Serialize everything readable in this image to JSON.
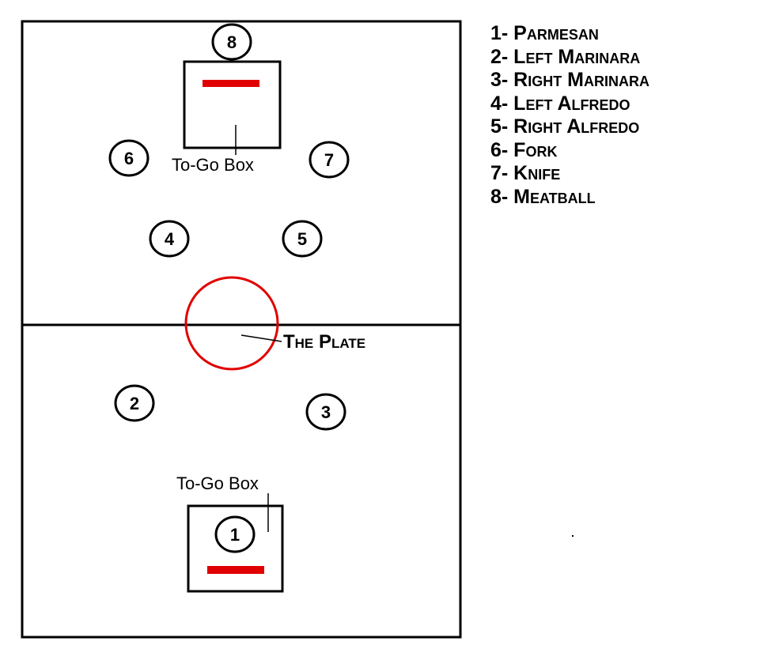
{
  "colors": {
    "line": "#000000",
    "accent": "#e00000",
    "background": "#ffffff"
  },
  "labels": {
    "top_box": "To-Go Box",
    "bottom_box": "To-Go Box",
    "plate": "The Plate"
  },
  "markers": [
    {
      "id": "1",
      "item": "Parmesan"
    },
    {
      "id": "2",
      "item": "Left Marinara"
    },
    {
      "id": "3",
      "item": "Right Marinara"
    },
    {
      "id": "4",
      "item": "Left Alfredo"
    },
    {
      "id": "5",
      "item": "Right Alfredo"
    },
    {
      "id": "6",
      "item": "Fork"
    },
    {
      "id": "7",
      "item": "Knife"
    },
    {
      "id": "8",
      "item": "Meatball"
    }
  ],
  "legend": [
    "1- Parmesan",
    "2- Left Marinara",
    "3- Right Marinara",
    "4- Left Alfredo",
    "5- Right Alfredo",
    "6- Fork",
    "7- Knife",
    "8- Meatball"
  ]
}
